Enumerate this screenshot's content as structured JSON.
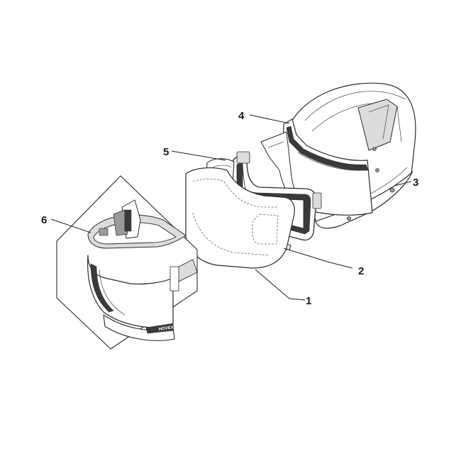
{
  "callouts": {
    "c1": "1",
    "c2": "2",
    "c3": "3",
    "c4": "4",
    "c5": "5",
    "c6": "6"
  },
  "logo_text": "HOVEX",
  "colors": {
    "line": "#2a2a2a",
    "background": "#ffffff",
    "accent_grey": "#9a9a9a"
  }
}
